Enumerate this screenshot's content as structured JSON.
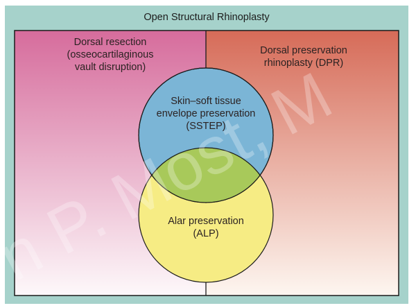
{
  "title": "Open Structural Rhinoplasty",
  "regions": {
    "left": {
      "lines": [
        "Dorsal resection",
        "(osseocartilaginous",
        "vault disruption)"
      ],
      "color_top": "#d66c9c",
      "color_bottom": "#fdf8fa"
    },
    "right": {
      "lines": [
        "Dorsal preservation",
        "rhinoplasty (DPR)"
      ],
      "color_top": "#d66b58",
      "color_bottom": "#fdf6f0"
    }
  },
  "circles": {
    "top": {
      "lines": [
        "Skin–soft tissue",
        "envelope preservation",
        "(SSTEP)"
      ],
      "color": "#7bb5d6"
    },
    "bottom": {
      "lines": [
        "Alar preservation",
        "(ALP)"
      ],
      "color": "#f6ec84"
    },
    "overlap_color": "#a8c95a"
  },
  "frame_color": "#a6d2cb",
  "watermark": "n P. Most, M"
}
